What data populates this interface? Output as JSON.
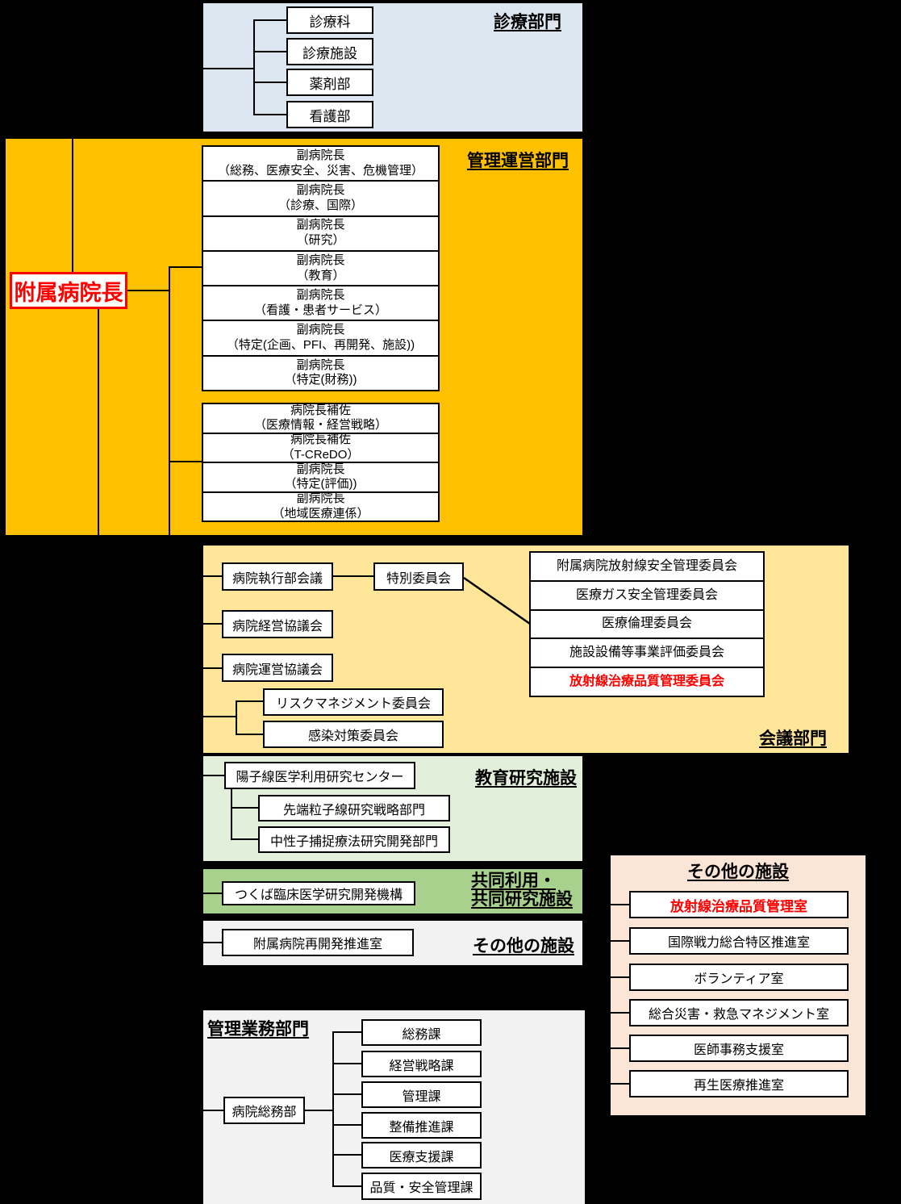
{
  "colors": {
    "background": "#000000",
    "accent_red": "#ff0000",
    "medical_fill": "#dce6f1",
    "management_fill": "#ffc000",
    "council_fill": "#ffe699",
    "education_fill": "#e2efda",
    "joint_fill": "#a9d18e",
    "other_fill": "#f2f2f2",
    "other_right_fill": "#fbe5d6",
    "admin_fill": "#f2f2f2"
  },
  "medical_dept": {
    "header": "診療部門",
    "items": [
      "診療科",
      "診療施設",
      "薬剤部",
      "看護部"
    ]
  },
  "management_dept": {
    "header": "管理運営部門",
    "director": "附属病院長",
    "deputies": [
      {
        "line1": "副病院長",
        "line2": "（総務、医療安全、災害、危機管理）"
      },
      {
        "line1": "副病院長",
        "line2": "（診療、国際）"
      },
      {
        "line1": "副病院長",
        "line2": "（研究）"
      },
      {
        "line1": "副病院長",
        "line2": "（教育）"
      },
      {
        "line1": "副病院長",
        "line2": "（看護・患者サービス）"
      },
      {
        "line1": "副病院長",
        "line2": "（特定(企画、PFI、再開発、施設))"
      },
      {
        "line1": "副病院長",
        "line2": "（特定(財務))"
      }
    ],
    "assistants": [
      {
        "line1": "病院長補佐",
        "line2": "（医療情報・経営戦略）"
      },
      {
        "line1": "病院長補佐",
        "line2": "（T-CReDO）"
      },
      {
        "line1": "副病院長",
        "line2": "（特定(評価))"
      },
      {
        "line1": "副病院長",
        "line2": "（地域医療連係）"
      }
    ]
  },
  "council_dept": {
    "header": "会議部門",
    "meetings": [
      "病院執行部会議",
      "病院経営協議会",
      "病院運営協議会"
    ],
    "special_committee": "特別委員会",
    "committees": [
      "附属病院放射線安全管理委員会",
      "医療ガス安全管理委員会",
      "医療倫理委員会",
      "施設設備等事業評価委員会",
      "放射線治療品質管理委員会"
    ],
    "sub_committees": [
      "リスクマネジメント委員会",
      "感染対策委員会"
    ]
  },
  "education_research": {
    "header": "教育研究施設",
    "center": "陽子線医学利用研究センター",
    "divisions": [
      "先端粒子線研究戦略部門",
      "中性子捕捉療法研究開発部門"
    ]
  },
  "joint_research": {
    "header_line1": "共同利用・",
    "header_line2": "共同研究施設",
    "org": "つくば臨床医学研究開発機構"
  },
  "other_facilities": {
    "header": "その他の施設",
    "office": "附属病院再開発推進室"
  },
  "other_facilities_right": {
    "header": "その他の施設",
    "offices": [
      "放射線治療品質管理室",
      "国際戦力総合特区推進室",
      "ボランティア室",
      "総合災害・救急マネジメント室",
      "医師事務支援室",
      "再生医療推進室"
    ]
  },
  "admin_dept": {
    "header": "管理業務部門",
    "division": "病院総務部",
    "sections": [
      "総務課",
      "経営戦略課",
      "管理課",
      "整備推進課",
      "医療支援課",
      "品質・安全管理課"
    ]
  }
}
